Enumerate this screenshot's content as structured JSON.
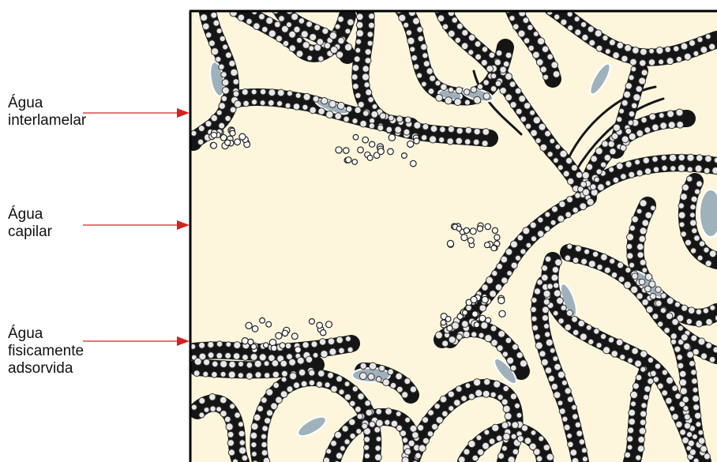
{
  "labels": [
    {
      "lines": [
        "Água",
        "interlamelar"
      ]
    },
    {
      "lines": [
        "Água",
        "capilar"
      ]
    },
    {
      "lines": [
        "Água",
        "fisicamente",
        "adsorvida"
      ]
    }
  ],
  "colors": {
    "background": "#fdf6dc",
    "clay_layer": "#151515",
    "particle": "#e8e8e8",
    "water_lens": "#9fb2bc",
    "arrow": "#d62020",
    "frame": "#000000"
  },
  "icons": {
    "arrow": "red-pointer-arrow",
    "structure": "clay-lamellae-with-adsorbed-water"
  }
}
